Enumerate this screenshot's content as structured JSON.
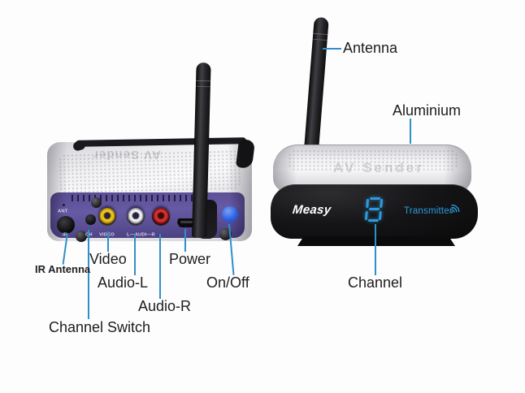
{
  "colors": {
    "leader_line": "#2e8fcb",
    "panel_purple": "#5a4d92",
    "display_blue": "#2f9ade",
    "video_jack": "#e8c21f",
    "audio_l_jack": "#ececf0",
    "audio_r_jack": "#d23030",
    "power_button": "#2e62e2"
  },
  "sender_back": {
    "top_text": "AV Sender",
    "panel": {
      "ant_label": "ANT",
      "ir_label": "IR",
      "ch_label": "CH",
      "video_label": "VIDEO",
      "audio_label": "L—AUDI—R"
    }
  },
  "transmitter_front": {
    "brand": "Measy",
    "display_value": "8",
    "mode_label": "Transmitter",
    "top_text": "AV Sender"
  },
  "annotations": {
    "antenna": "Antenna",
    "aluminium": "Aluminium",
    "ir_antenna": "IR Antenna",
    "video": "Video",
    "audio_l": "Audio-L",
    "audio_r": "Audio-R",
    "power": "Power",
    "on_off": "On/Off",
    "channel_switch": "Channel Switch",
    "channel": "Channel"
  }
}
